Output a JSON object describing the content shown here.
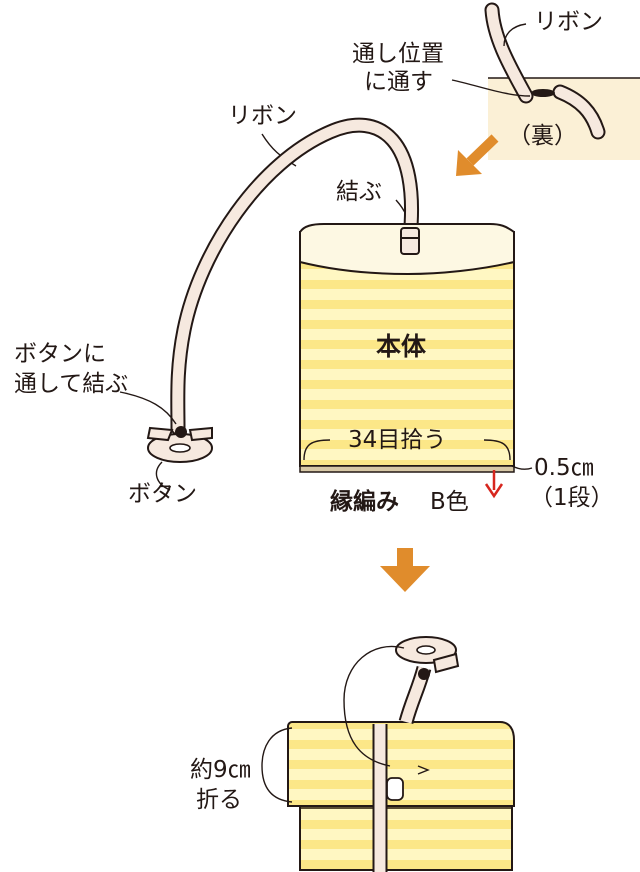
{
  "colors": {
    "ink": "#231815",
    "body_fill": "#fff7c2",
    "stripe": "#fce788",
    "inner_fill": "#fdf8e3",
    "ribbon_fill": "#f6e9df",
    "arrow_orange": "#e08c2c",
    "arrow_red": "#d7261e",
    "back_panel": "#fbf0d6"
  },
  "icons": [
    "orange-down-arrow",
    "orange-diagonal-arrow",
    "red-down-arrow",
    "button-disc",
    "ribbon-knot"
  ],
  "labels": {
    "ribbon_top": "リボン",
    "thread_position_1": "通し位置",
    "thread_position_2": "に通す",
    "back_side": "（裏）",
    "ribbon_mid": "リボン",
    "tie": "結ぶ",
    "body": "本体",
    "thread_button_1": "ボタンに",
    "thread_button_2": "通して結ぶ",
    "pick_up": "34目拾う",
    "width": "0.5㎝",
    "rows": "（1段）",
    "edge_knit": "縁編み",
    "color_b": "B色",
    "button": "ボタン",
    "fold_1": "約9㎝",
    "fold_2": "折る"
  }
}
